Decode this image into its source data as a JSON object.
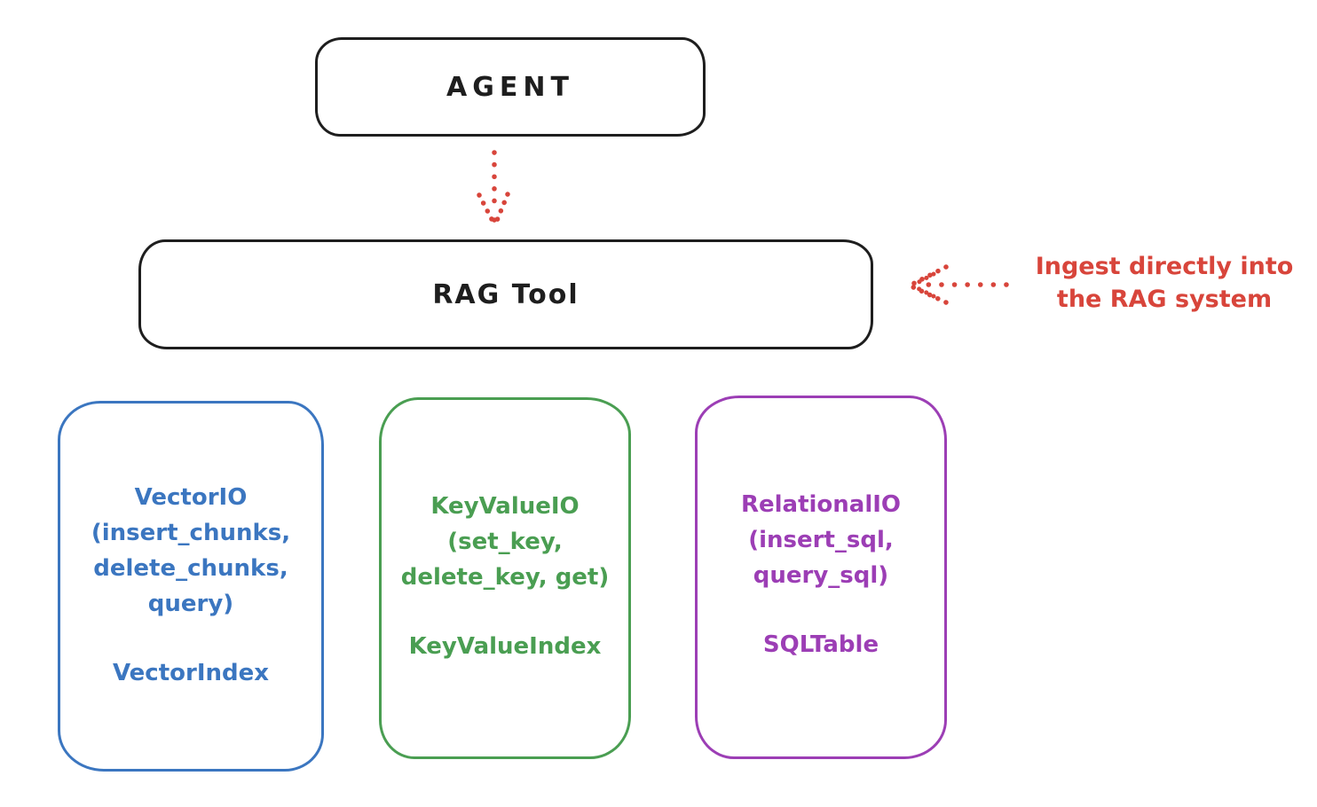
{
  "canvas": {
    "background": "#ffffff"
  },
  "colors": {
    "stroke_black": "#1e1e1e",
    "accent_red": "#d8453b",
    "vector_blue": "#3b76c0",
    "keyvalue_green": "#4a9e52",
    "relational_purple": "#9c3eb5"
  },
  "agent_box": {
    "label": "AGENT"
  },
  "rag_tool_box": {
    "label": "RAG Tool"
  },
  "annotation": {
    "line1": "Ingest directly into",
    "line2": "the RAG system"
  },
  "arrows": [
    {
      "name": "agent-to-rag-tool",
      "style": "dotted",
      "color": "#d8453b",
      "direction": "down"
    },
    {
      "name": "annotation-to-rag-tool",
      "style": "dotted",
      "color": "#d8453b",
      "direction": "left"
    }
  ],
  "backend_boxes": [
    {
      "name": "vector-io",
      "color": "#3b76c0",
      "lines": [
        "VectorIO",
        "(insert_chunks,",
        "delete_chunks,",
        "query)"
      ],
      "index_class": "VectorIndex"
    },
    {
      "name": "key-value-io",
      "color": "#4a9e52",
      "lines": [
        "KeyValueIO",
        "(set_key,",
        "delete_key, get)"
      ],
      "index_class": "KeyValueIndex"
    },
    {
      "name": "relational-io",
      "color": "#9c3eb5",
      "lines": [
        "RelationalIO",
        "(insert_sql,",
        "query_sql)"
      ],
      "index_class": "SQLTable"
    }
  ]
}
